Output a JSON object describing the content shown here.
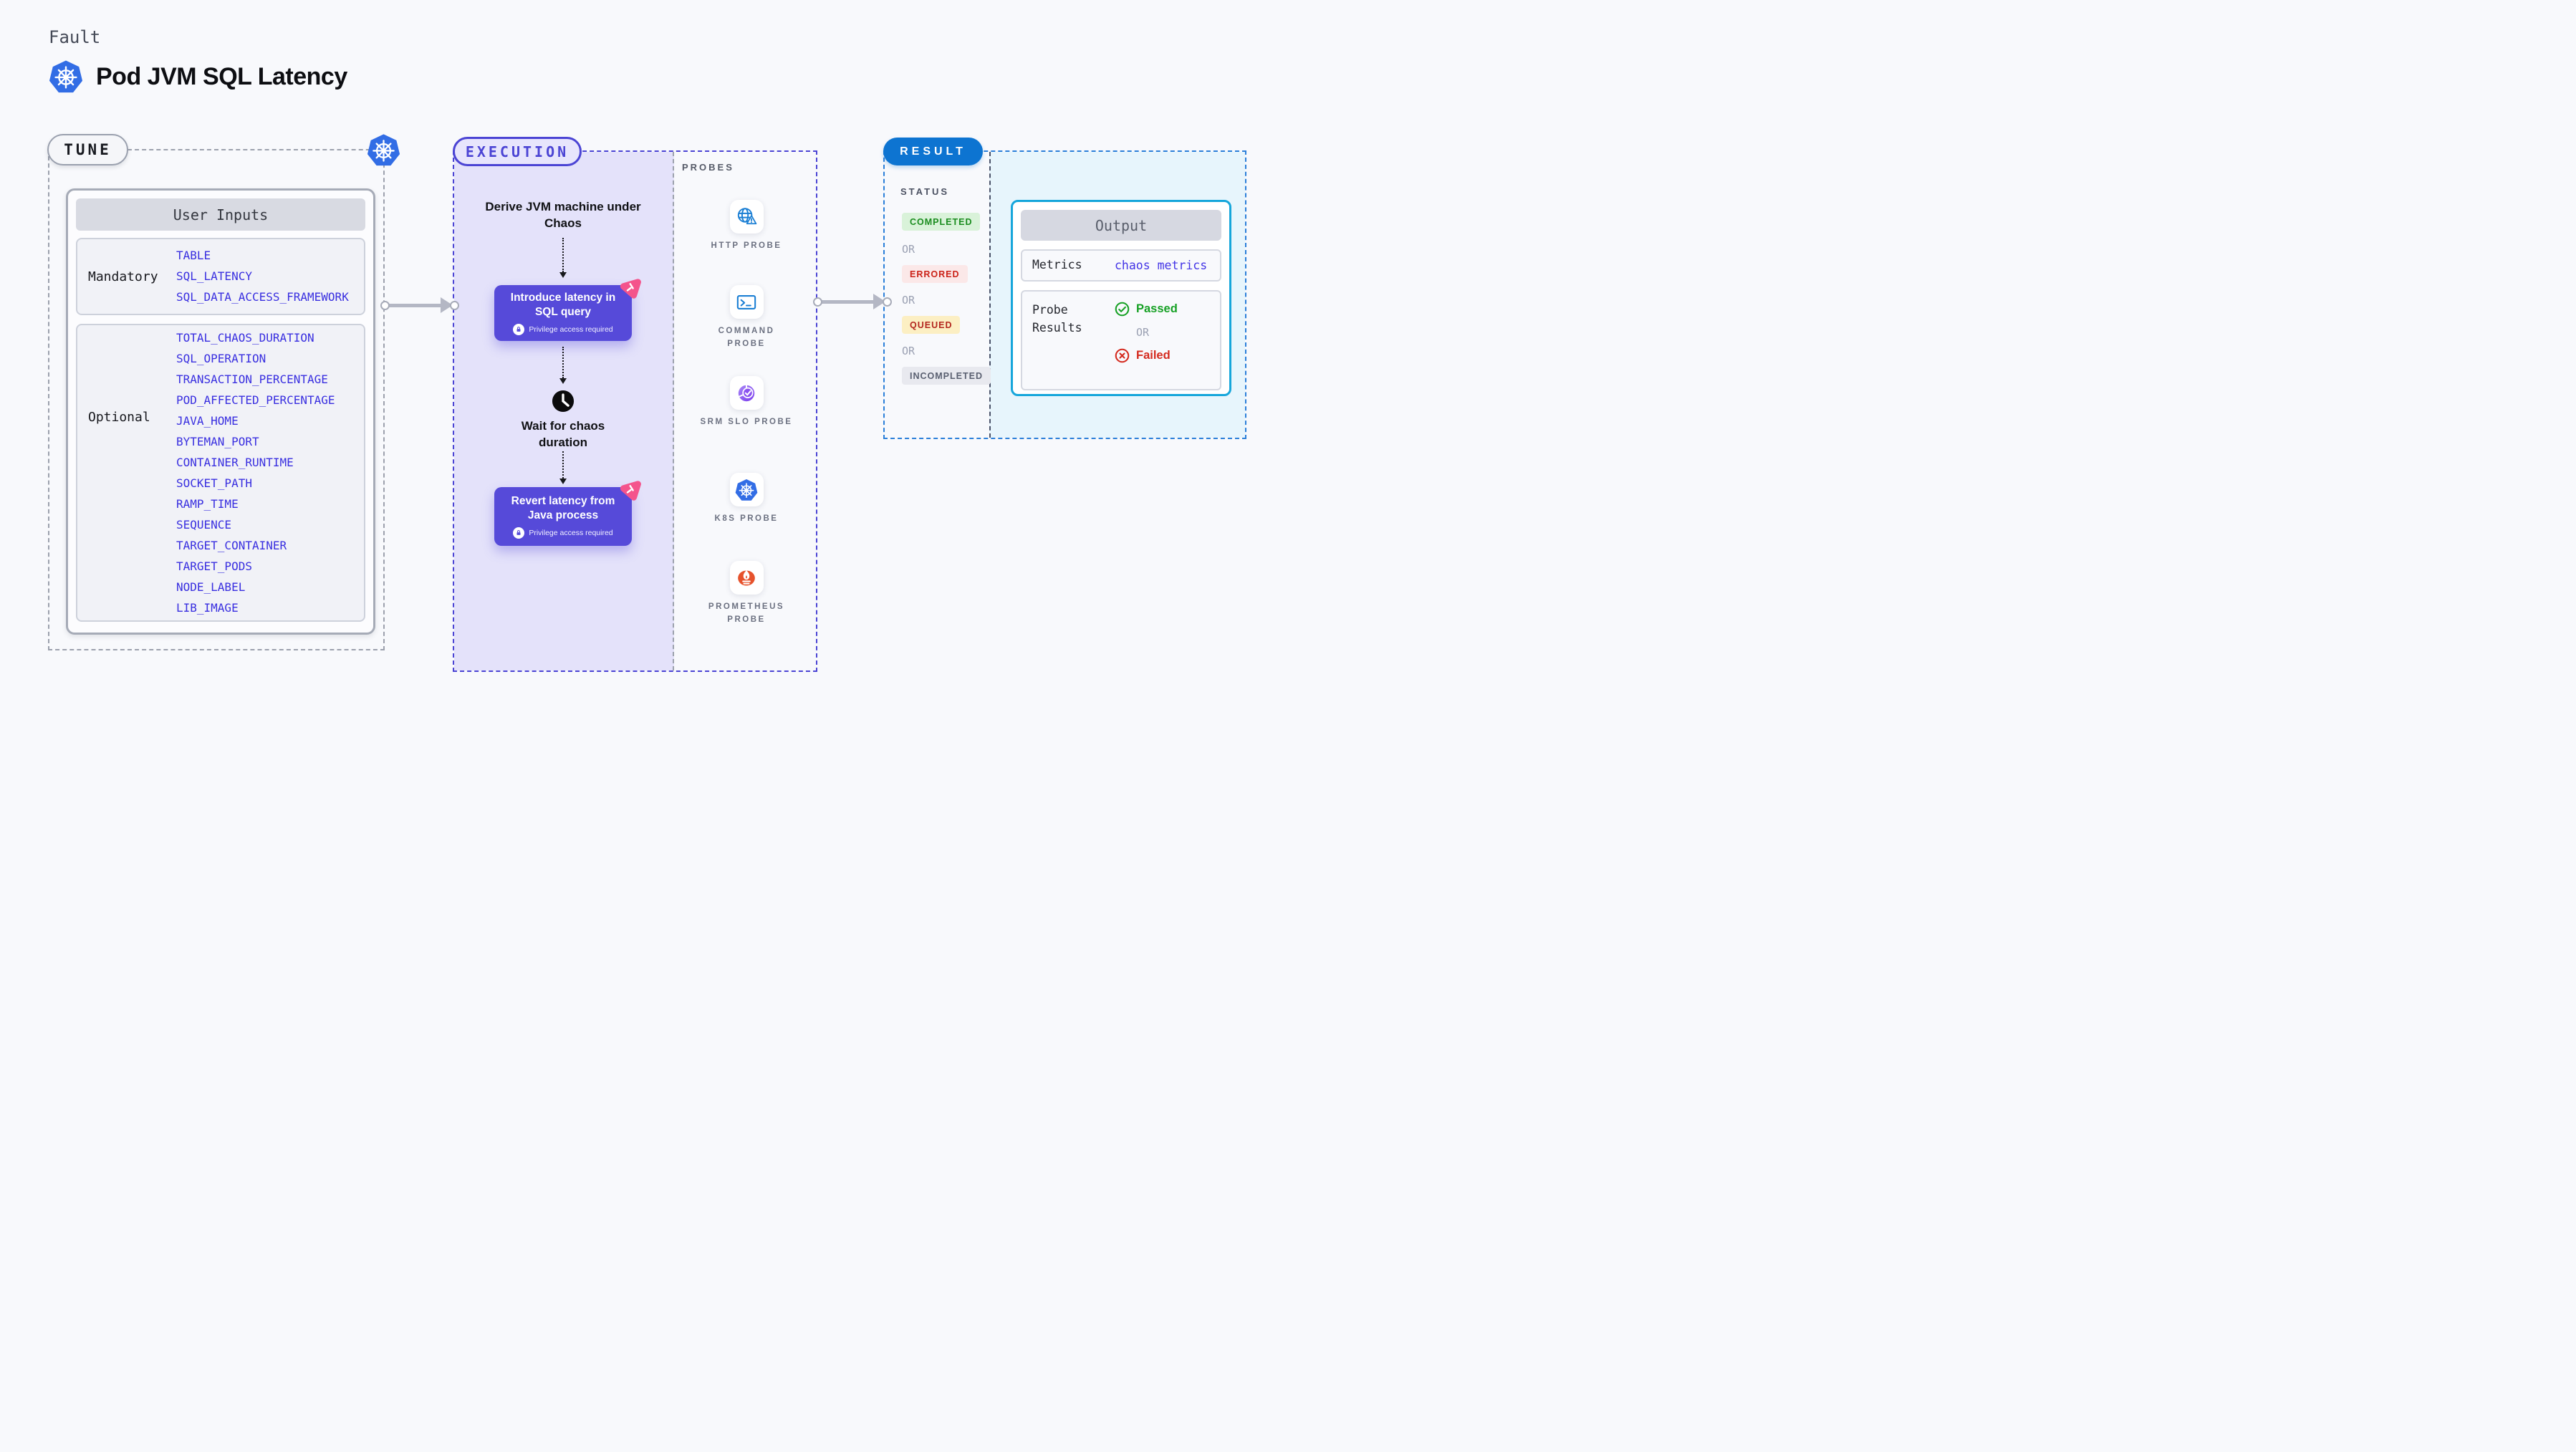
{
  "header": {
    "kicker": "Fault",
    "title": "Pod JVM SQL Latency"
  },
  "tune": {
    "badge": "TUNE",
    "table_title": "User Inputs",
    "mandatory_label": "Mandatory",
    "mandatory_items": [
      "TABLE",
      "SQL_LATENCY",
      "SQL_DATA_ACCESS_FRAMEWORK"
    ],
    "optional_label": "Optional",
    "optional_items": [
      "TOTAL_CHAOS_DURATION",
      "SQL_OPERATION",
      "TRANSACTION_PERCENTAGE",
      "POD_AFFECTED_PERCENTAGE",
      "JAVA_HOME",
      "BYTEMAN_PORT",
      "CONTAINER_RUNTIME",
      "SOCKET_PATH",
      "RAMP_TIME",
      "SEQUENCE",
      "TARGET_CONTAINER",
      "TARGET_PODS",
      "NODE_LABEL",
      "LIB_IMAGE"
    ]
  },
  "execution": {
    "badge": "EXECUTION",
    "step1": "Derive JVM machine under Chaos",
    "step2": "Introduce latency in SQL query",
    "step2_note": "Privilege access required",
    "step3": "Wait for chaos duration",
    "step4": "Revert latency from Java process",
    "step4_note": "Privilege access required"
  },
  "probes": {
    "title": "PROBES",
    "items": [
      {
        "label": "HTTP PROBE",
        "icon": "globe-warning-icon"
      },
      {
        "label": "COMMAND PROBE",
        "icon": "terminal-icon"
      },
      {
        "label": "SRM SLO PROBE",
        "icon": "slo-gauge-check-icon"
      },
      {
        "label": "K8S PROBE",
        "icon": "kubernetes-icon"
      },
      {
        "label": "PROMETHEUS PROBE",
        "icon": "prometheus-flame-icon"
      }
    ]
  },
  "result": {
    "badge": "RESULT",
    "status_title": "STATUS",
    "or_label": "OR",
    "statuses": [
      {
        "label": "COMPLETED",
        "color": "#1a8c1e",
        "bg": "#d9f2d9"
      },
      {
        "label": "ERRORED",
        "color": "#cb2218",
        "bg": "#fbe8e8"
      },
      {
        "label": "QUEUED",
        "color": "#b3261e",
        "bg": "#fcefc3"
      },
      {
        "label": "INCOMPLETED",
        "color": "#595f70",
        "bg": "#e8e9ef"
      }
    ],
    "output": {
      "title": "Output",
      "metrics_label": "Metrics",
      "metrics_value": "chaos metrics",
      "probe_results_label": "Probe Results",
      "passed_label": "Passed",
      "failed_label": "Failed"
    }
  },
  "colors": {
    "accent_indigo": "#4b44d4",
    "accent_blue": "#0d74d1",
    "accent_cyan": "#16a6db",
    "action_purple": "#564ad9",
    "value_blue": "#392fe0",
    "k8s_blue": "#326de5",
    "prometheus_orange": "#e6522c",
    "passed_green": "#17a125",
    "failed_red": "#d42a1e",
    "pink_badge": "#f4548c",
    "lavender_fill": "#e4e2fa",
    "cyan_fill": "#e7f5fc"
  }
}
